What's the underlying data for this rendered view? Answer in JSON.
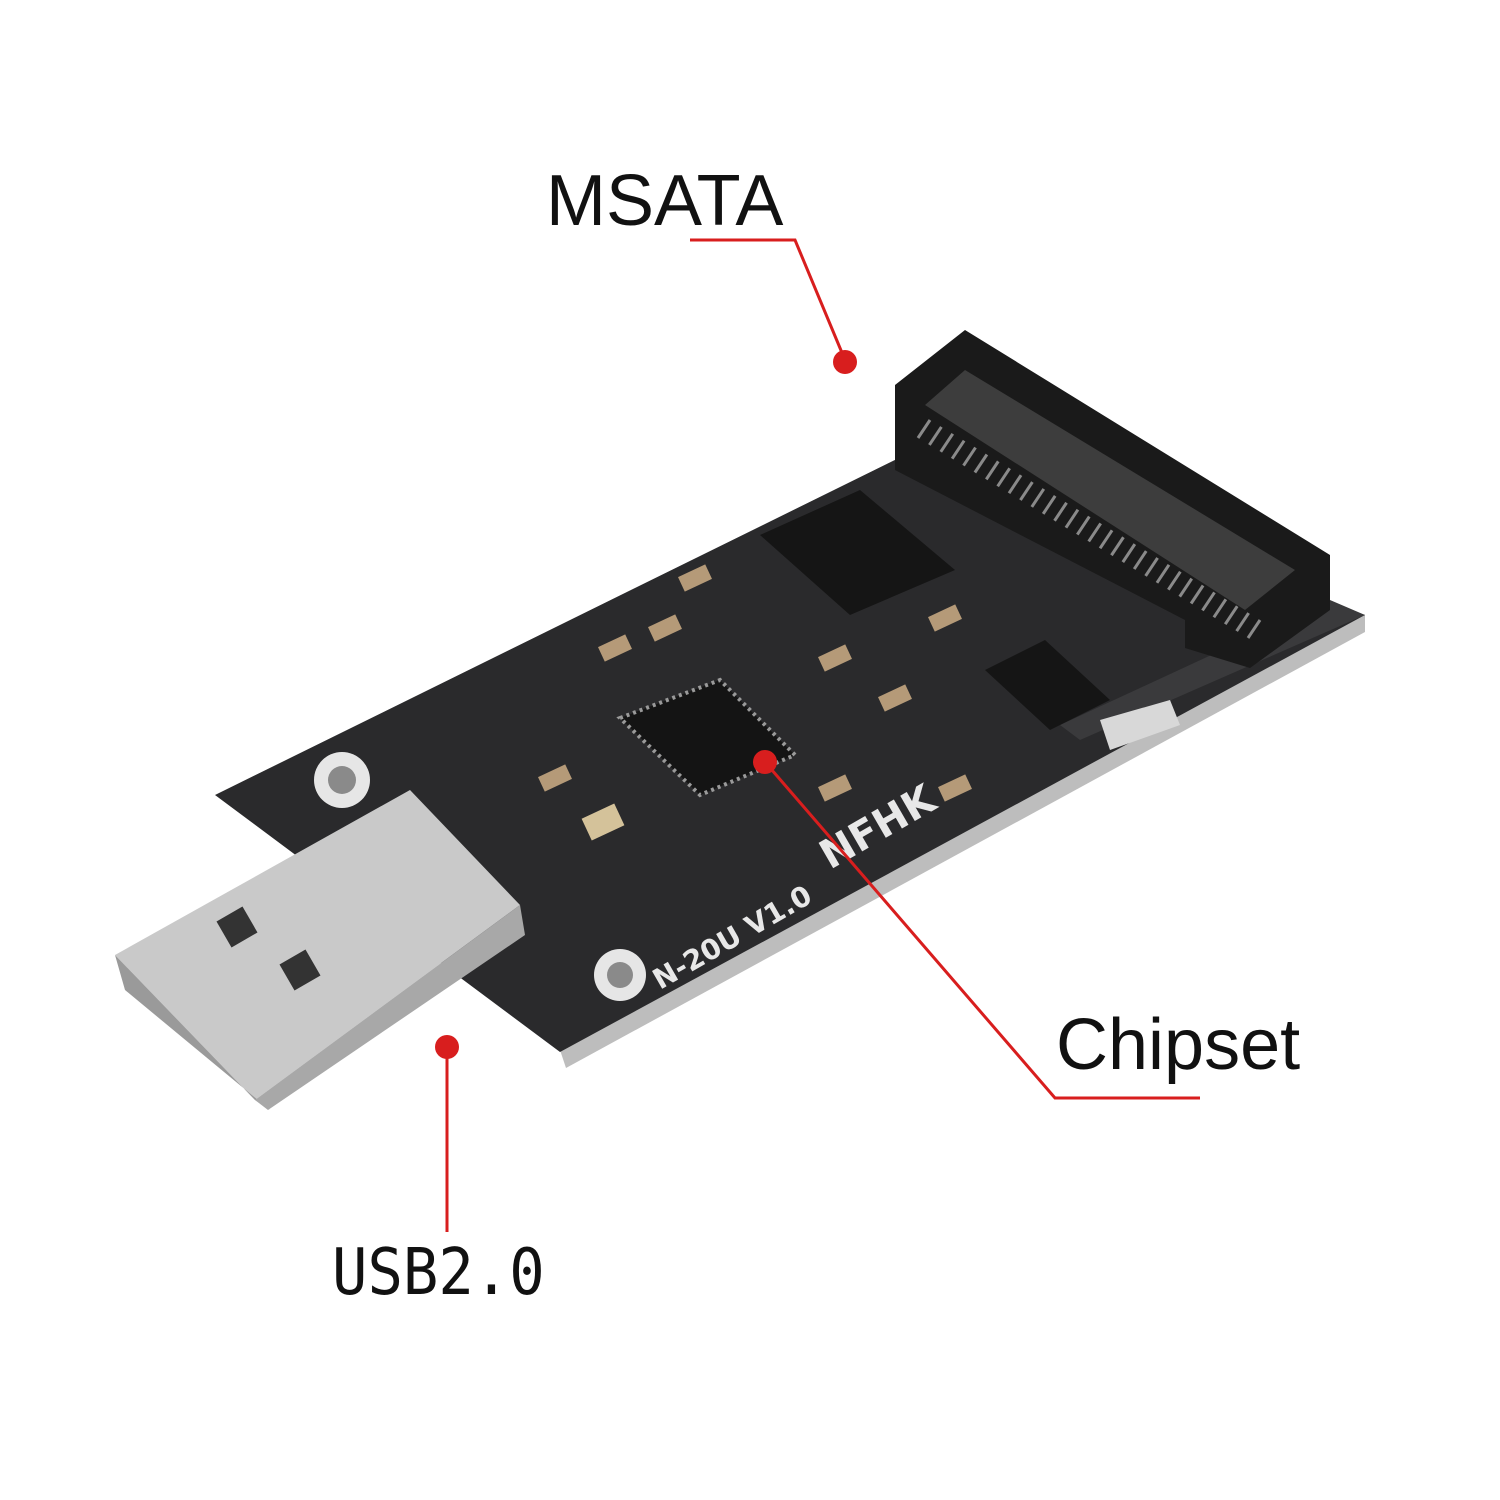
{
  "annotations": {
    "msata": "MSATA",
    "chipset": "Chipset",
    "usb": "USB2.0"
  },
  "board": {
    "logo": "NFHK",
    "model": "N-20U V1.0"
  },
  "colors": {
    "pcb": "#2a2a2c",
    "callout": "#d81e1e",
    "connector": "#1a1a1a",
    "usb_metal": "#c9c9c9"
  }
}
